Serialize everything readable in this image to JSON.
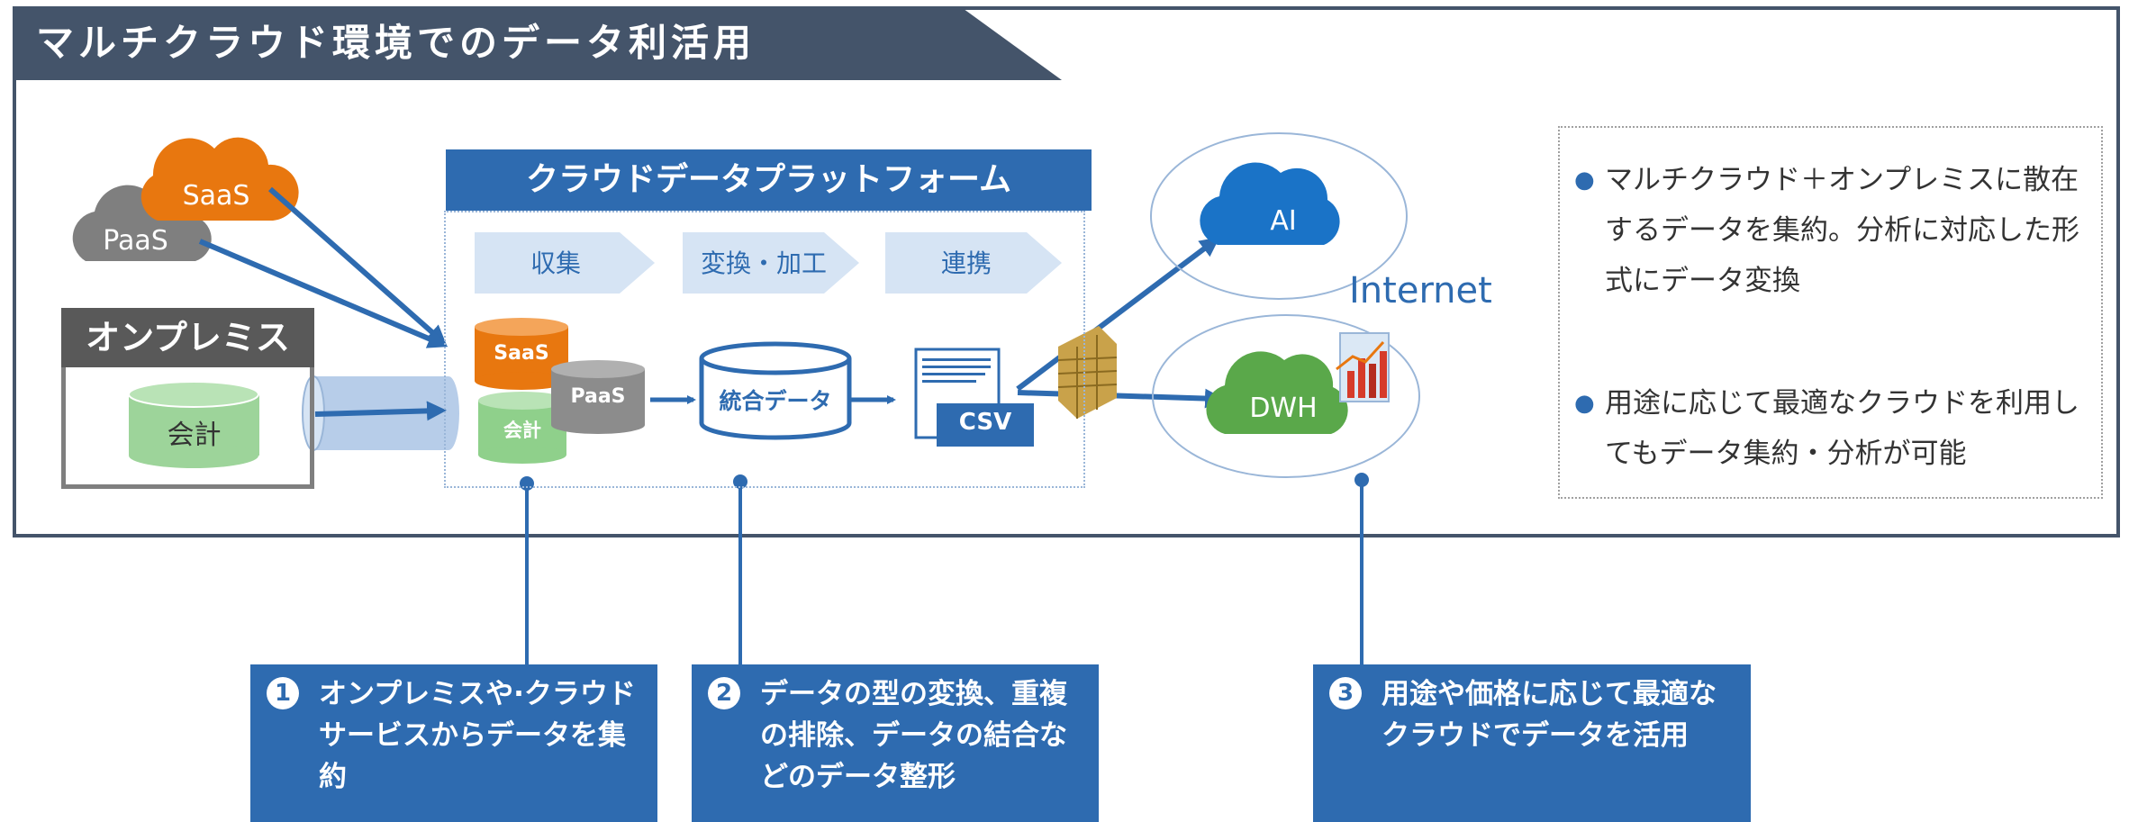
{
  "title": "マルチクラウド環境でのデータ利活用",
  "sources": {
    "saas": "SaaS",
    "paas": "PaaS",
    "onprem_label": "オンプレミス",
    "onprem_db": "会計"
  },
  "platform": {
    "title": "クラウドデータプラットフォーム",
    "steps": [
      "収集",
      "変換・加工",
      "連携"
    ],
    "db_saas": "SaaS",
    "db_paas": "PaaS",
    "db_account": "会計",
    "integrated": "統合データ",
    "csv": "CSV"
  },
  "targets": {
    "ai": "AI",
    "dwh": "DWH",
    "internet": "Internet"
  },
  "notes": [
    "マルチクラウド＋オンプレミスに散在するデータを集約。分析に対応した形式にデータ変換",
    "用途に応じて最適なクラウドを利用してもデータ集約・分析が可能"
  ],
  "callouts": [
    {
      "num": "1",
      "line1": "オンプレミスや·クラウド",
      "line2": "サービスからデータを集",
      "line3": "約"
    },
    {
      "num": "2",
      "line1": "データの型の変換、重複",
      "line2": "の排除、データの結合な",
      "line3": "どのデータ整形"
    },
    {
      "num": "3",
      "line1": "用途や価格に応じて最適な",
      "line2": "クラウドでデータを活用"
    }
  ],
  "colors": {
    "navy": "#44546a",
    "blue": "#2e6bb0",
    "orange": "#e8770f",
    "gray": "#7f7f7f",
    "green": "#6aa84f",
    "light_green": "#9dd49a",
    "light_blue": "#d6e4f4"
  }
}
